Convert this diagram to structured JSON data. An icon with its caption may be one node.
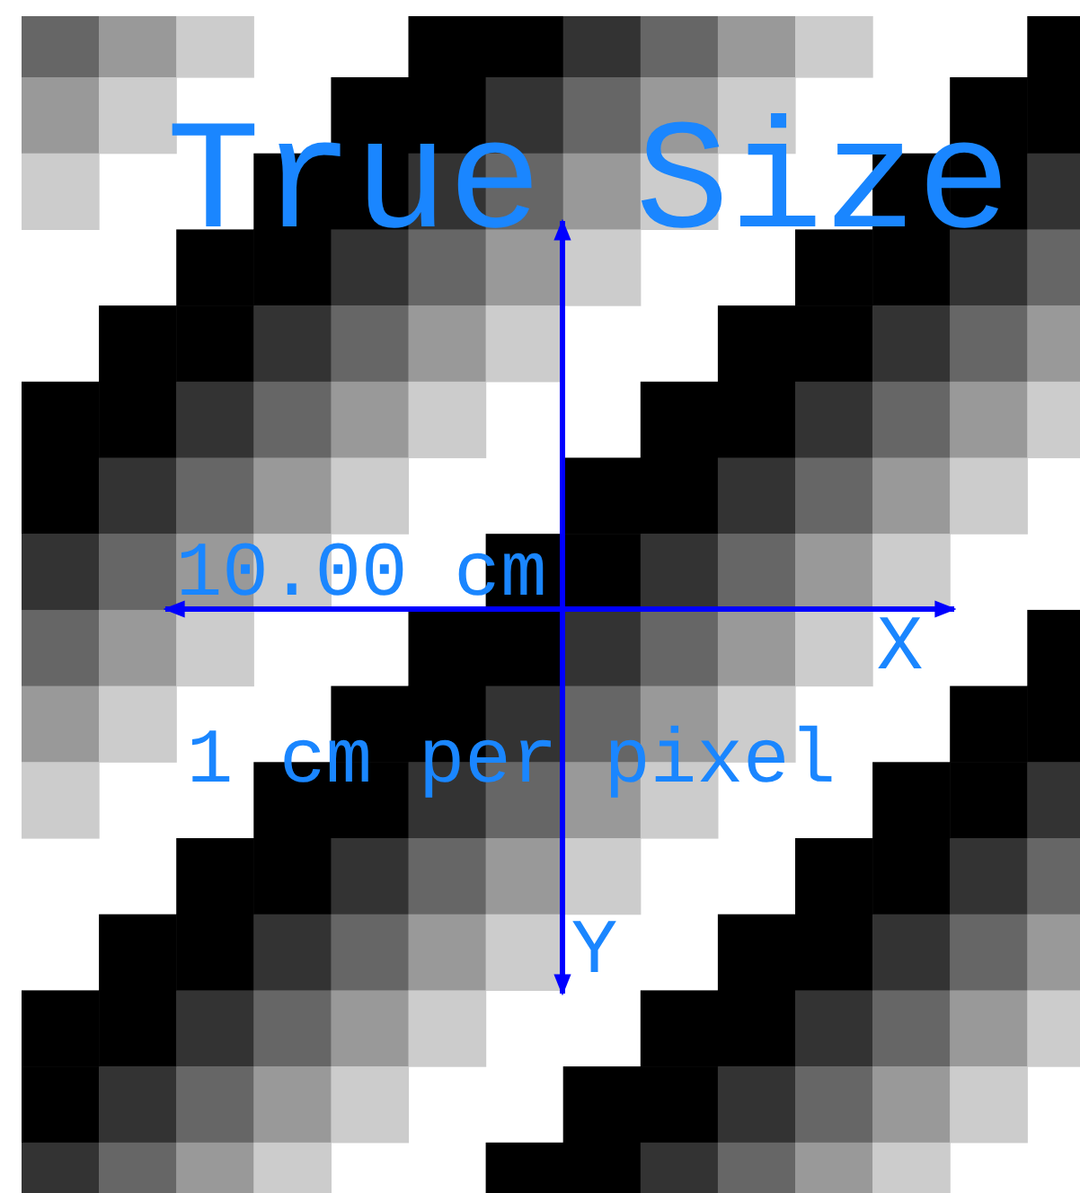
{
  "diagram": {
    "title": "True Size",
    "labels": [
      "10.00 cm",
      "X",
      "1 cm per pixel",
      "Y"
    ]
  }
}
